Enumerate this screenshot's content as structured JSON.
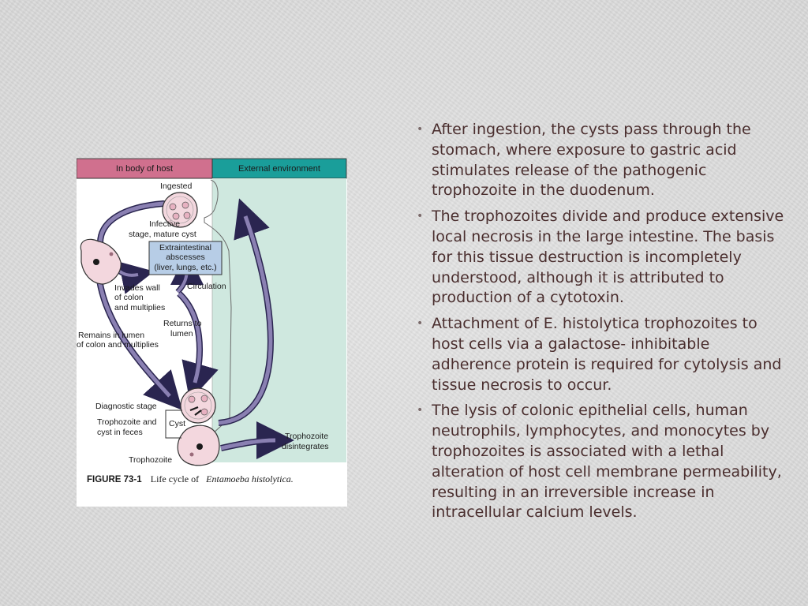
{
  "figure": {
    "header_left": "In body of host",
    "header_right": "External environment",
    "labels": {
      "ingested": "Ingested",
      "infective_1": "Infective",
      "infective_2": "stage, mature cyst",
      "abscess_1": "Extraintestinal",
      "abscess_2": "abscesses",
      "abscess_3": "(liver, lungs, etc.)",
      "circulation": "Circulation",
      "invades_1": "Invades wall",
      "invades_2": "of colon",
      "invades_3": "and multiplies",
      "returns_1": "Returns to",
      "returns_2": "lumen",
      "remains_1": "Remains in lumen",
      "remains_2": "of colon and multiplies",
      "diagnostic": "Diagnostic stage",
      "cyst": "Cyst",
      "troph_feces_1": "Trophozoite and",
      "troph_feces_2": "cyst in feces",
      "trophozoite": "Trophozoite",
      "disint_1": "Trophozoite",
      "disint_2": "disintegrates"
    },
    "caption_label": "FIGURE 73-1",
    "caption_text": "Life cycle of",
    "caption_species": "Entamoeba histolytica."
  },
  "bullets": [
    "After ingestion, the cysts pass through the stomach, where exposure to gastric acid stimulates release of the pathogenic trophozoite in the duodenum.",
    "The trophozoites divide and produce extensive local necrosis in the large intestine. The basis for this tissue destruction is incompletely understood, although it is attributed to production of a cytotoxin.",
    "Attachment of E. histolytica trophozoites to host cells via a galactose- inhibitable adherence protein is required for cytolysis and tissue necrosis to occur.",
    "The lysis of colonic epithelial cells, human neutrophils, lymphocytes, and monocytes by trophozoites is associated with a lethal alteration of host cell membrane permeability, resulting in an irreversible increase in intracellular calcium levels."
  ],
  "colors": {
    "header_left": "#d0708e",
    "header_right": "#1a9e9a",
    "external_bg": "#cfe8df",
    "arrow": "#6e6492",
    "text": "#4a2e2e"
  }
}
